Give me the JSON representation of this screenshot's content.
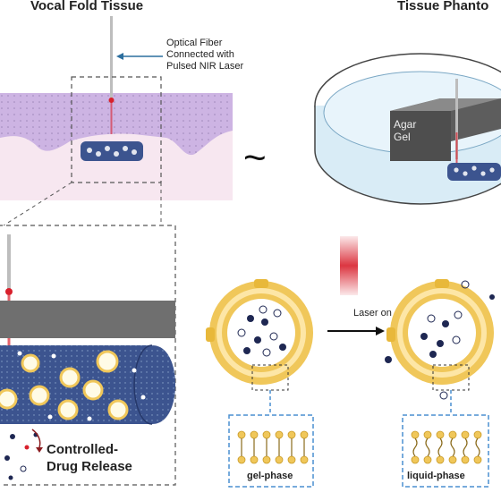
{
  "titles": {
    "left": "Vocal Fold Tissue",
    "right": "Tissue Phanto"
  },
  "labels": {
    "fiber_line1": "Optical Fiber",
    "fiber_line2": "Connected with",
    "fiber_line3": "Pulsed NIR Laser",
    "agar_line1": "Agar",
    "agar_line2": "Gel",
    "laser_on": "Laser on",
    "release_line1": "Controlled-",
    "release_line2": "Drug Release",
    "gel_phase": "gel-phase",
    "liquid_phase": "liquid-phase",
    "similarity": "~"
  },
  "colors": {
    "tissue_purple": "#cdb4e3",
    "tissue_pink": "#f7e7f0",
    "implant_blue": "#3c548f",
    "lipid_gold": "#f0c75a",
    "laser_red": "#d8202c",
    "dashed_blue": "#4a8fd0",
    "dish_blue": "#d9ecf6",
    "dark_navy": "#1e2752"
  },
  "icons": [
    "optical-fiber",
    "laser-beam",
    "liposome",
    "petri-dish",
    "arrow-right"
  ]
}
